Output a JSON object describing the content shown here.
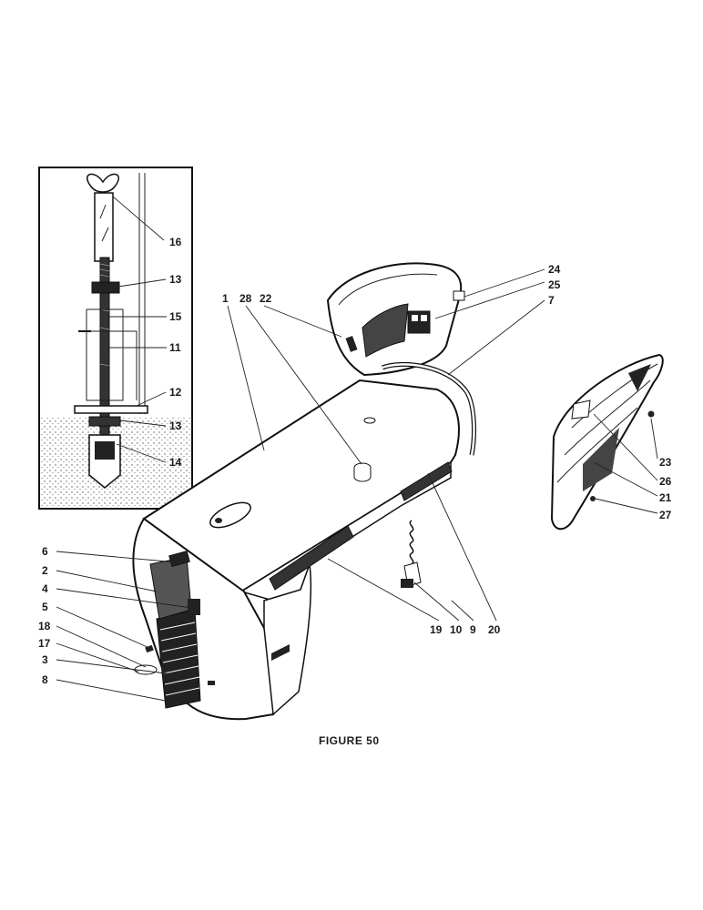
{
  "figure": {
    "caption": "FIGURE 50"
  },
  "labels": {
    "l16": "16",
    "l13a": "13",
    "l15": "15",
    "l11": "11",
    "l12": "12",
    "l13b": "13",
    "l14": "14",
    "l1": "1",
    "l28": "28",
    "l22": "22",
    "l24": "24",
    "l25": "25",
    "l7": "7",
    "l23": "23",
    "l26": "26",
    "l21": "21",
    "l27": "27",
    "l6": "6",
    "l2": "2",
    "l4": "4",
    "l5": "5",
    "l18": "18",
    "l17": "17",
    "l3": "3",
    "l8": "8",
    "l19": "19",
    "l10": "10",
    "l9": "9",
    "l20": "20"
  }
}
